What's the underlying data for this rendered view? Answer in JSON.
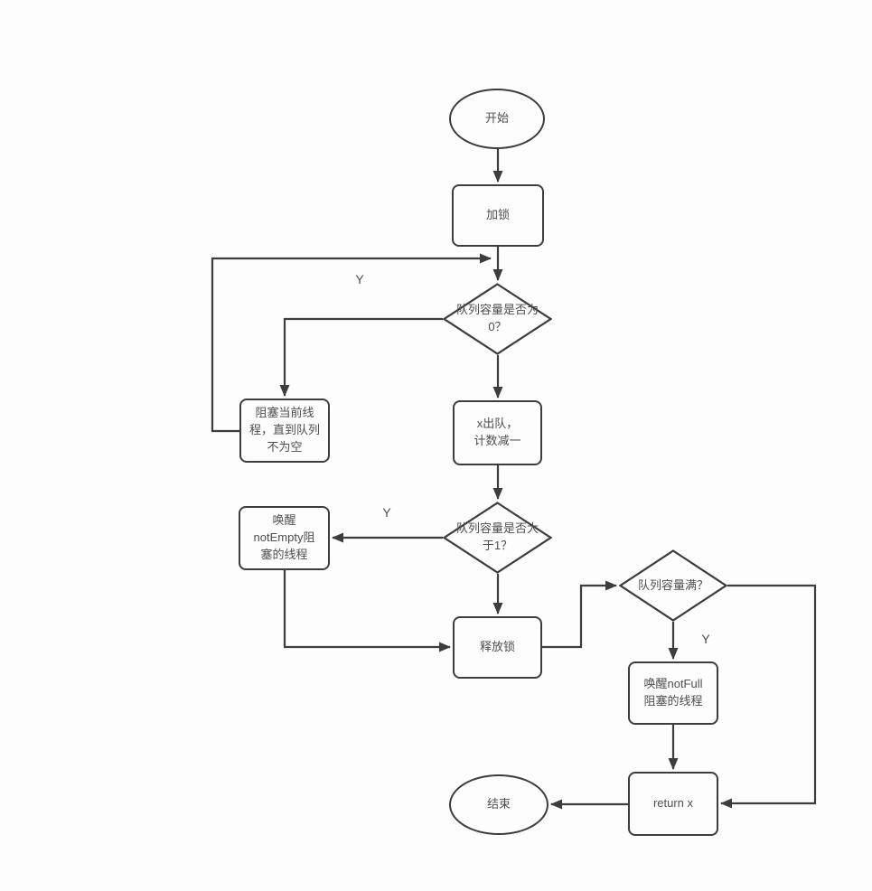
{
  "canvas": {
    "stroke_color": "#3d3d3d",
    "text_color": "#4e4e4e",
    "background_color": "#fdfdfd"
  },
  "nodes": {
    "start": {
      "type": "ellipse",
      "label": "开始"
    },
    "lock": {
      "type": "rect",
      "label": "加锁"
    },
    "check_zero": {
      "type": "diamond",
      "label": "队列容量是否为\n0？"
    },
    "block_thread": {
      "type": "rect",
      "label": "阻塞当前线\n程，直到队列\n不为空"
    },
    "dequeue": {
      "type": "rect",
      "label": "x出队，\n计数减一"
    },
    "check_gt_one": {
      "type": "diamond",
      "label": "队列容量是否大\n于1？"
    },
    "wake_notempty": {
      "type": "rect",
      "label": "唤醒\nnotEmpty阻\n塞的线程"
    },
    "release_lock": {
      "type": "rect",
      "label": "释放锁"
    },
    "check_full": {
      "type": "diamond",
      "label": "队列容量满？"
    },
    "wake_notfull": {
      "type": "rect",
      "label": "唤醒notFull\n阻塞的线程"
    },
    "return_x": {
      "type": "rect",
      "label": "return x"
    },
    "end": {
      "type": "ellipse",
      "label": "结束"
    }
  },
  "edge_labels": {
    "check_zero_yes": "Y",
    "check_gt_one_yes": "Y",
    "check_full_yes": "Y"
  }
}
